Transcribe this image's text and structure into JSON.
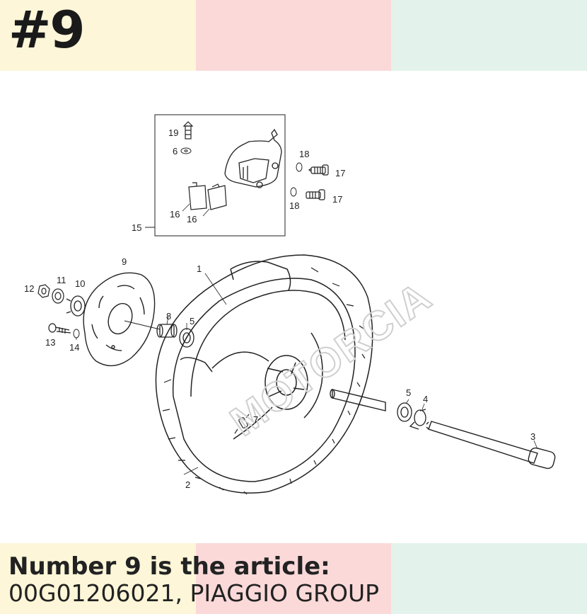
{
  "header": {
    "title": "#9"
  },
  "colors": {
    "band1": "#fdf6d8",
    "band2": "#fbd9d9",
    "band3": "#e3f3ec"
  },
  "footer": {
    "line1": "Number 9 is the article:",
    "line2": "00G01206021, PIAGGIO GROUP"
  },
  "watermark": {
    "text": "MOTORCIA"
  },
  "labels": {
    "l1": "1",
    "l2": "2",
    "l3": "3",
    "l4": "4",
    "l5a": "5",
    "l5b": "5",
    "l6": "6",
    "l7": "7",
    "l8": "8",
    "l9": "9",
    "l10": "10",
    "l11": "11",
    "l12": "12",
    "l13": "13",
    "l14": "14",
    "l15": "15",
    "l16a": "16",
    "l16b": "16",
    "l17a": "17",
    "l17b": "17",
    "l18a": "18",
    "l18b": "18",
    "l19": "19"
  }
}
